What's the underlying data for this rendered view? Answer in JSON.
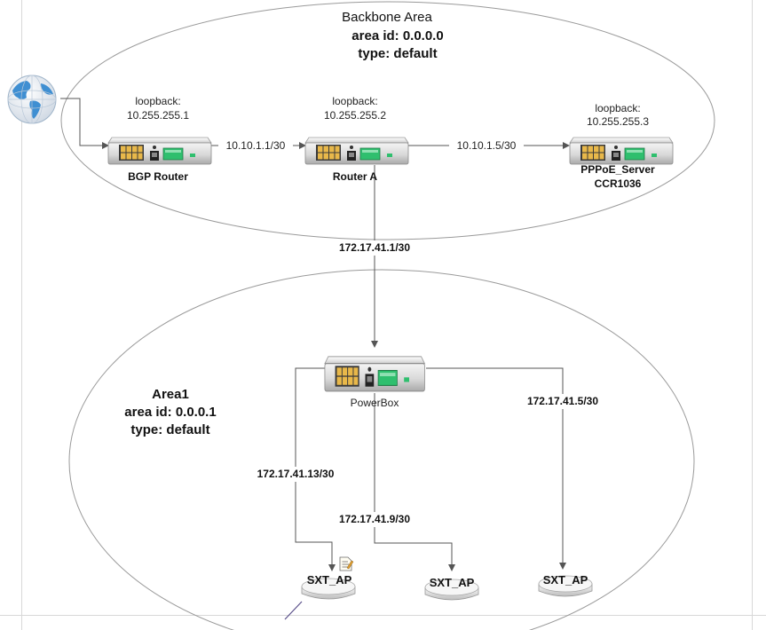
{
  "backbone": {
    "title": "Backbone Area",
    "area_id": "area id: 0.0.0.0",
    "type": "type: default"
  },
  "area1": {
    "title": "Area1",
    "area_id": "area id: 0.0.0.1",
    "type": "type: default"
  },
  "routers": {
    "bgp": {
      "loopback_label": "loopback:",
      "loopback_ip": "10.255.255.1",
      "name": "BGP Router"
    },
    "router_a": {
      "loopback_label": "loopback:",
      "loopback_ip": "10.255.255.2",
      "name": "Router A"
    },
    "pppoe": {
      "loopback_label": "loopback:",
      "loopback_ip": "10.255.255.3",
      "name": "PPPoE_Server",
      "model": "CCR1036"
    },
    "powerbox": {
      "name": "PowerBox"
    }
  },
  "links": {
    "bgp_to_a": "10.10.1.1/30",
    "a_to_pppoe": "10.10.1.5/30",
    "a_to_powerbox": "172.17.41.1/30",
    "powerbox_to_ap1": "172.17.41.13/30",
    "powerbox_to_ap2": "172.17.41.9/30",
    "powerbox_to_ap3": "172.17.41.5/30"
  },
  "access_points": [
    {
      "name": "SXT_AP"
    },
    {
      "name": "SXT_AP"
    },
    {
      "name": "SXT_AP"
    }
  ],
  "icons": {
    "internet": "globe-icon",
    "router": "router-icon",
    "access_point": "access-point-icon",
    "note": "note-icon"
  },
  "colors": {
    "ellipse_stroke": "#9a9a9a",
    "link": "#555555",
    "port_gold": "#e8b84a",
    "led_green": "#2fbf6e"
  }
}
